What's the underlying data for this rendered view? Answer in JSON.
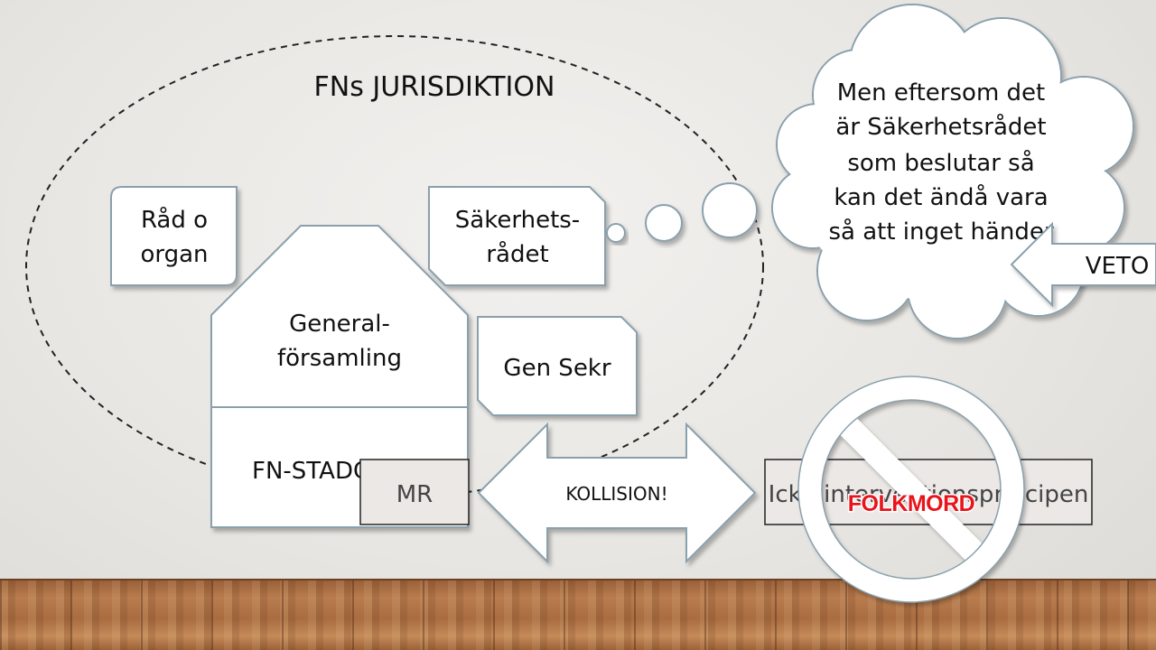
{
  "title": "FNs JURISDIKTION",
  "boxes": {
    "rad_line1": "Råd o",
    "rad_line2": "organ",
    "sak_line1": "Säkerhets-",
    "sak_line2": "rådet",
    "gen_line1": "General-",
    "gen_line2": "församling",
    "stadga": "FN-STADGAN",
    "gen_sekr": "Gen Sekr",
    "mr": "MR"
  },
  "arrow_label": "KOLLISION!",
  "right_box": "Icke-interventionsprincipen",
  "thought": {
    "line1": "Men eftersom det",
    "line2": "är Säkerhetsrådet",
    "line3": "som beslutar så",
    "line4": "kan det ändå vara",
    "line5": "så att inget händer"
  },
  "veto": "VETO",
  "folkmord": "FOLKMORD",
  "colors": {
    "folkmord": "#e8141c",
    "box_stroke": "#8aa0ad"
  }
}
